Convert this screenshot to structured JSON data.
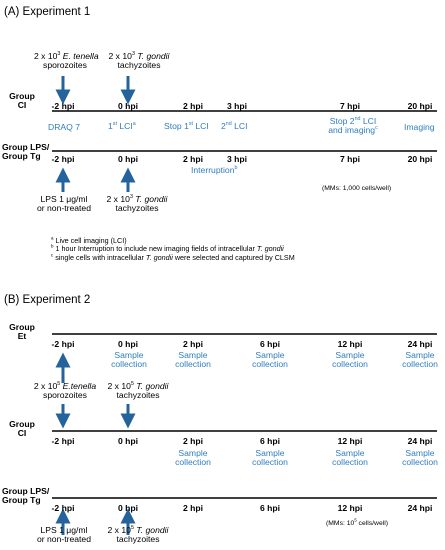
{
  "exp1": {
    "title": "(A) Experiment 1",
    "groupCI": [
      "Group",
      "CI"
    ],
    "groupLPS": [
      "Group LPS/",
      "Group Tg"
    ],
    "top_et": [
      "2 x 10",
      "3",
      " ",
      "E. tenella",
      "sporozoites"
    ],
    "top_tg": [
      "2 x 10",
      "3",
      " ",
      "T. gondii",
      "tachyzoites"
    ],
    "ticks": [
      "-2 hpi",
      "0 hpi",
      "2 hpi",
      "3 hpi",
      "7 hpi",
      "20 hpi"
    ],
    "blue": {
      "draq": "DRAQ 7",
      "lci1": [
        "1",
        "st",
        " LCI",
        "a"
      ],
      "stop1": [
        "Stop 1",
        "st",
        " LCI"
      ],
      "lci2": [
        "2",
        "nd",
        " LCI"
      ],
      "stop2": [
        "Stop 2",
        "nd",
        " LCI",
        "and imaging",
        "c"
      ],
      "imaging": "Imaging",
      "interruption": [
        "Interruption",
        "b"
      ]
    },
    "lps": [
      "LPS 1 μg/ml",
      "or non-treated"
    ],
    "tg_bottom": [
      "2 x 10",
      "3",
      " ",
      "T. gondii",
      "tachyzoites"
    ],
    "mms": "(MMs: 1,000 cells/well)",
    "footnotes": {
      "a_sym": "a",
      "a": "Live cell imaging (LCI)",
      "b_sym": "b",
      "b": "1 hour Interruption  to include new imaging fields of intracellular ",
      "b_it": "T. gondii",
      "c_sym": "c",
      "c1": "single cells with intracellular ",
      "c_it": "T. gondii",
      "c2": " were selected and captured by CLSM"
    }
  },
  "exp2": {
    "title": "(B) Experiment 2",
    "groupEt": [
      "Group",
      "Et"
    ],
    "groupCI": [
      "Group",
      "CI"
    ],
    "groupLPS": [
      "Group LPS/",
      "Group Tg"
    ],
    "ticks": [
      "-2 hpi",
      "0 hpi",
      "2 hpi",
      "6 hpi",
      "12 hpi",
      "24 hpi"
    ],
    "sample": [
      "Sample",
      "collection"
    ],
    "mid_et": [
      "2 x 10",
      "5",
      " ",
      "E.tenella",
      "sporozoites"
    ],
    "mid_tg": [
      "2 x 10",
      "5",
      " ",
      "T. gondii",
      "tachyzoites"
    ],
    "lps": [
      "LPS 1 μg/ml",
      "or non-treated"
    ],
    "tg_bottom": [
      "2 x 10",
      "5",
      " ",
      "T. gondii",
      "tachyzoites"
    ],
    "mms": [
      "(MMs: 10",
      "5",
      " cells/well)"
    ]
  },
  "colors": {
    "blue": "#2f7dbe",
    "arrow": "#24639b",
    "line": "#000000"
  }
}
